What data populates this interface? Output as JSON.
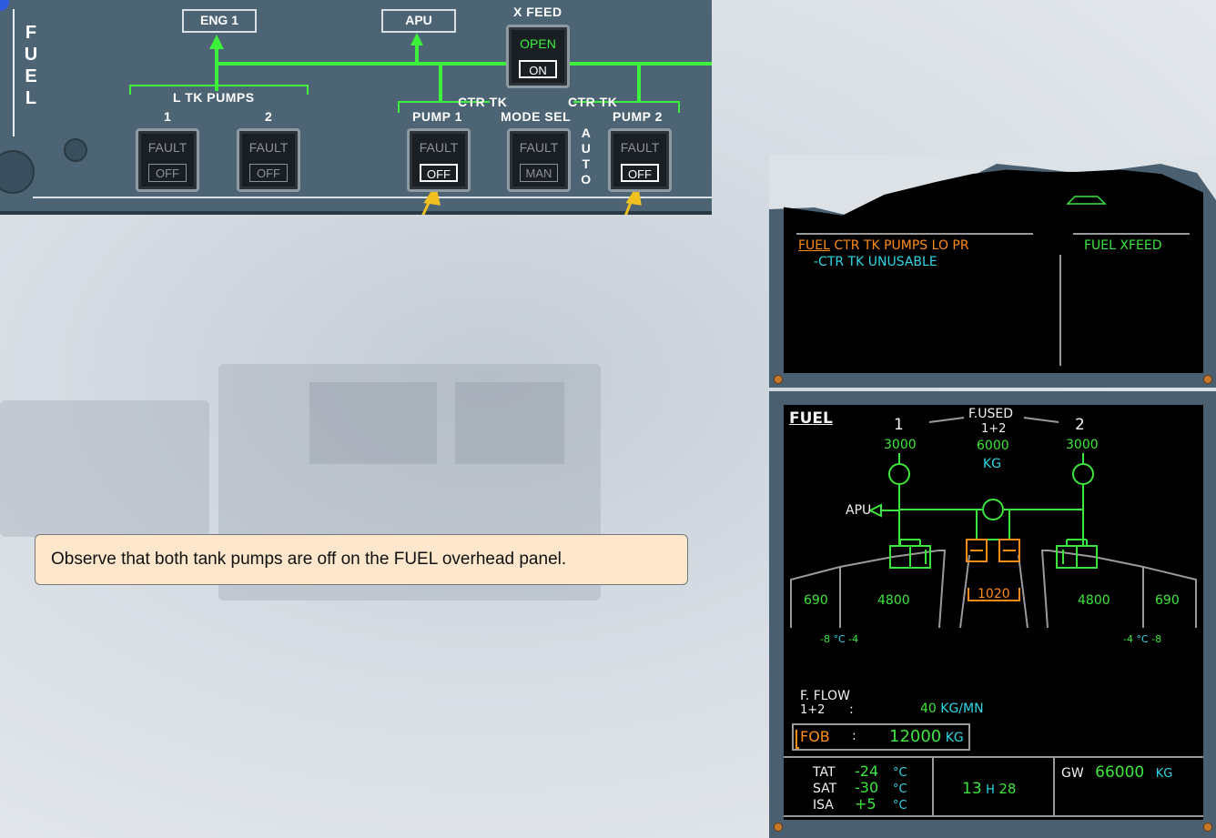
{
  "overhead": {
    "panel_title": "FUEL",
    "eng1": "ENG 1",
    "apu": "APU",
    "xfeed": {
      "label": "X FEED",
      "status": "OPEN",
      "switch": "ON"
    },
    "l_tk_pumps": {
      "label": "L TK PUMPS",
      "p1": "1",
      "p2": "2"
    },
    "ctr_tk_left": "CTR TK",
    "ctr_tk_right": "CTR TK",
    "pump1_label": "PUMP 1",
    "mode_sel_label": "MODE SEL",
    "pump2_label": "PUMP 2",
    "auto_letters": [
      "A",
      "U",
      "T",
      "O"
    ],
    "buttons": [
      {
        "fault": "FAULT",
        "legend": "OFF"
      },
      {
        "fault": "FAULT",
        "legend": "OFF"
      },
      {
        "fault": "FAULT",
        "legend": "OFF"
      },
      {
        "fault": "FAULT",
        "legend": "MAN"
      },
      {
        "fault": "FAULT",
        "legend": "OFF"
      }
    ],
    "colors": {
      "panel": "#4c6474",
      "bus_line": "#3cf03c",
      "arrow": "#f0c020"
    }
  },
  "callout": {
    "text": "Observe that both tank pumps are off on the FUEL overhead panel."
  },
  "ewd": {
    "warning_prefix": "FUEL",
    "warning_text": " CTR TK PUMPS LO PR",
    "warning_sub": "-CTR TK UNUSABLE",
    "memo": "FUEL XFEED"
  },
  "sd": {
    "title": "FUEL",
    "eng1": "1",
    "eng2": "2",
    "fused_label": "F.USED",
    "fused_sub": "1+2",
    "eng1_used": "3000",
    "total_used": "6000",
    "unit_kg": "KG",
    "eng2_used": "3000",
    "apu": "APU",
    "tanks": {
      "l_outer": "690",
      "l_inner": "4800",
      "center": "1020",
      "r_inner": "4800",
      "r_outer": "690"
    },
    "temp_left": {
      "a": "-8",
      "unit": "°C",
      "b": "-4"
    },
    "temp_right": {
      "a": "-4",
      "unit": "°C",
      "b": "-8"
    },
    "fflow_label": "F. FLOW",
    "fflow_sub": "1+2",
    "fflow_colon": ":",
    "fflow_value": "40",
    "fflow_unit": "KG/MN",
    "fob_label": "FOB",
    "fob_colon": ":",
    "fob_value": "12000",
    "fob_unit": "KG",
    "tat": {
      "label": "TAT",
      "value": "-24",
      "unit": "°C"
    },
    "sat": {
      "label": "SAT",
      "value": "-30",
      "unit": "°C"
    },
    "isa": {
      "label": "ISA",
      "value": "+5",
      "unit": "°C"
    },
    "time": {
      "h": "13",
      "h_unit": "H",
      "m": "28"
    },
    "gw": {
      "label": "GW",
      "value": "66000",
      "unit": "KG"
    }
  }
}
